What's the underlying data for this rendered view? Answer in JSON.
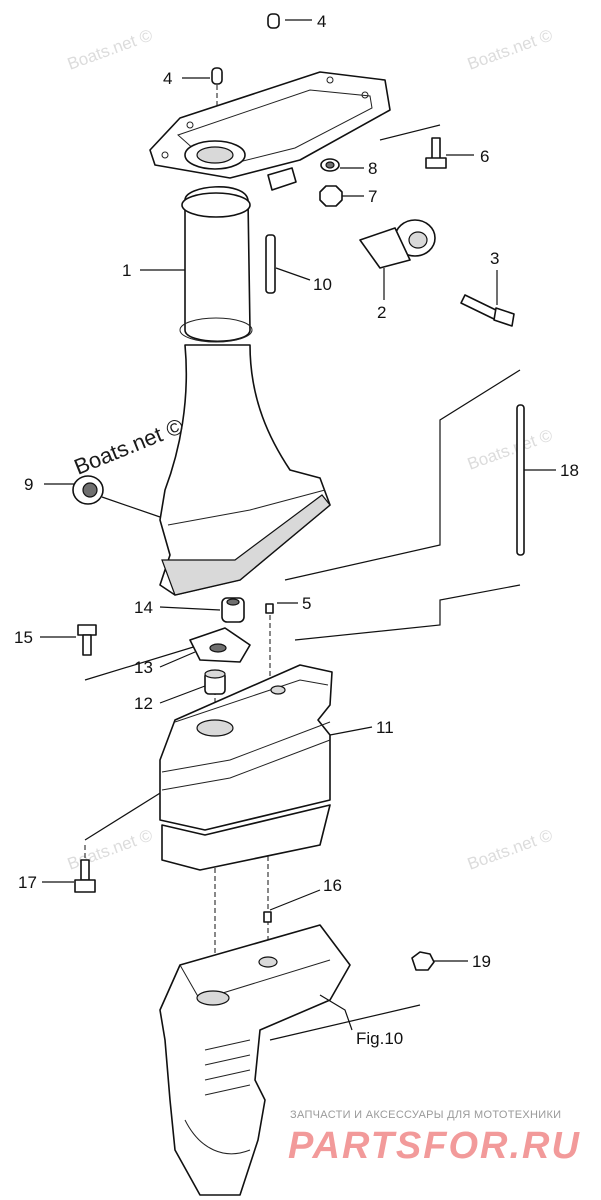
{
  "watermarks": {
    "main": "Boats.net ©",
    "faint": "Boats.net ©"
  },
  "callouts": {
    "c1": "1",
    "c2": "2",
    "c3": "3",
    "c4a": "4",
    "c4b": "4",
    "c5": "5",
    "c6": "6",
    "c7": "7",
    "c8": "8",
    "c9": "9",
    "c10": "10",
    "c11": "11",
    "c12": "12",
    "c13": "13",
    "c14": "14",
    "c15": "15",
    "c16": "16",
    "c17": "17",
    "c18": "18",
    "c19": "19"
  },
  "figure_ref": "Fig.10",
  "footer": {
    "tagline": "ЗАПЧАСТИ И АКСЕССУАРЫ ДЛЯ МОТОТЕХНИКИ",
    "brand": "PARTSFOR.RU"
  }
}
